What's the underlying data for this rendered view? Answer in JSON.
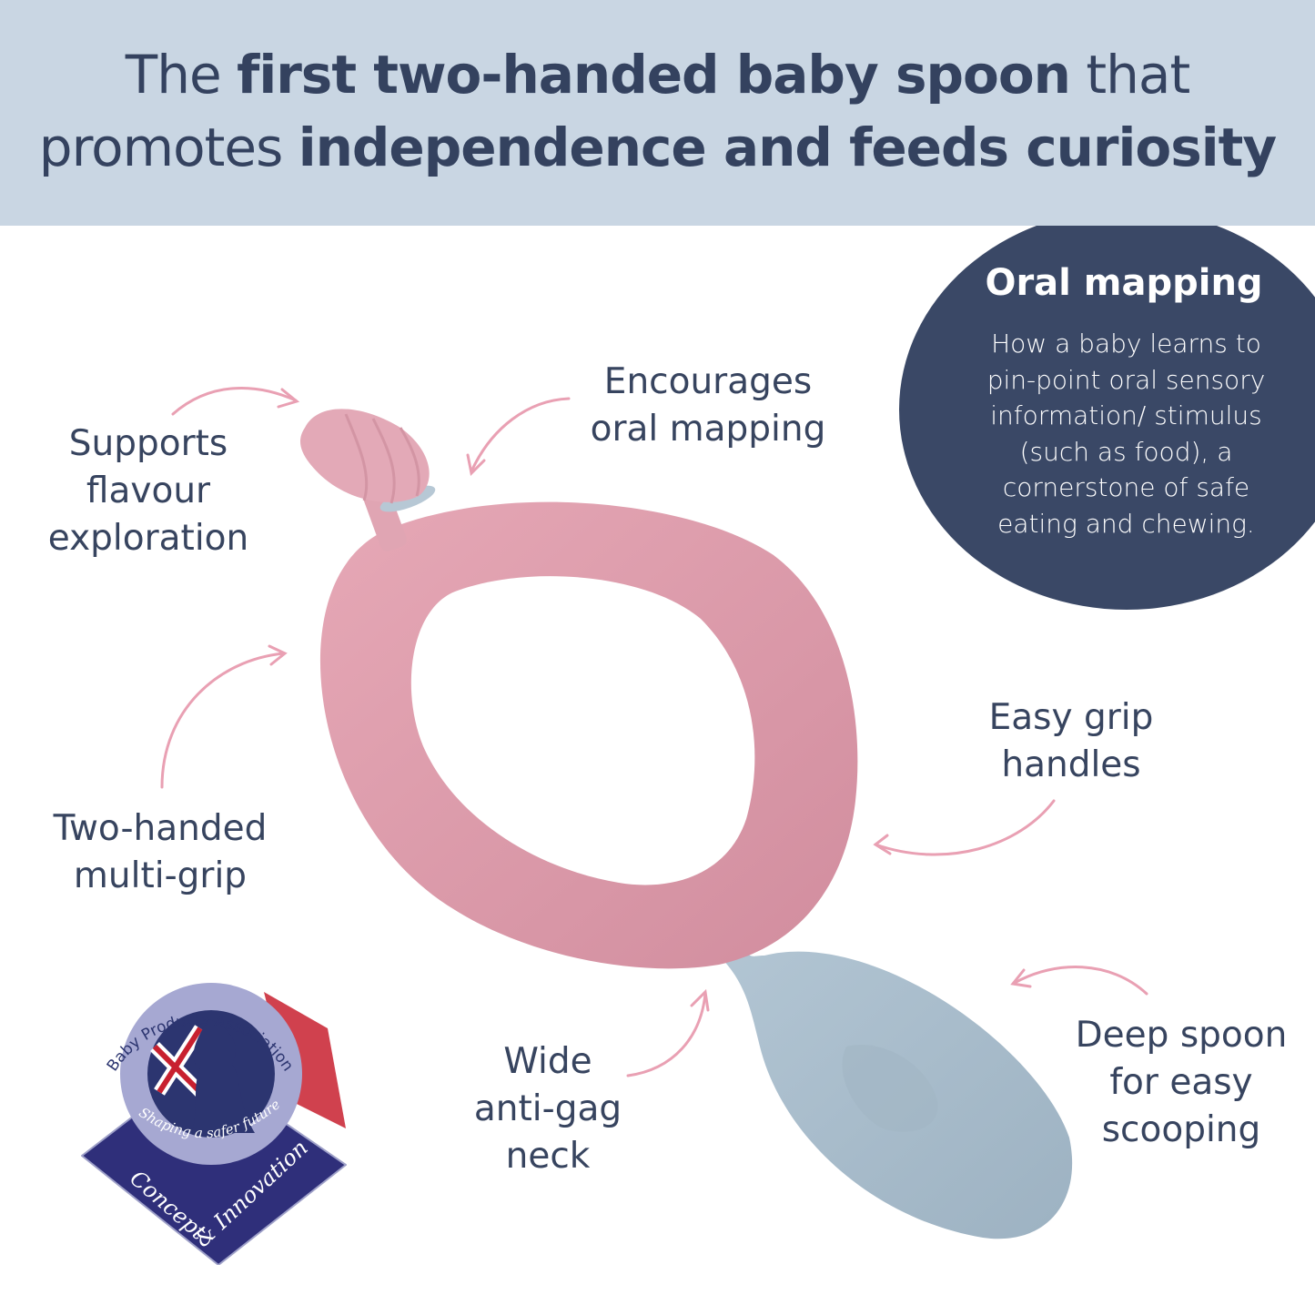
{
  "header": {
    "line1": [
      {
        "text": "The ",
        "bold": false
      },
      {
        "text": "first two-handed baby spoon",
        "bold": true
      },
      {
        "text": " that",
        "bold": false
      }
    ],
    "line2": [
      {
        "text": "promotes ",
        "bold": false
      },
      {
        "text": "independence and feeds curiosity",
        "bold": true
      }
    ]
  },
  "oral_mapping": {
    "title": "Oral mapping",
    "body": [
      "How a baby learns to",
      "pin-point oral sensory",
      "information/ stimulus",
      "(such as food), a",
      "cornerstone of safe",
      "eating and chewing."
    ]
  },
  "labels": {
    "flavour": [
      "Supports",
      "flavour",
      "exploration"
    ],
    "oral": [
      "Encourages",
      "oral mapping"
    ],
    "grip": [
      "Easy grip",
      "handles"
    ],
    "two_handed": [
      "Two-handed",
      "multi-grip"
    ],
    "neck": [
      "Wide",
      "anti-gag",
      "neck"
    ],
    "spoon": [
      "Deep spoon",
      "for easy",
      "scooping"
    ]
  },
  "badge": {
    "ring_text": "Baby Products Association",
    "tagline": "Shaping a safer future",
    "award": "Concept & Innovation"
  },
  "colors": {
    "header_bg": "#c9d6e3",
    "navy": "#3a4866",
    "pink": "#e9a0b3",
    "spoon_pink": "#dd98a8",
    "spoon_blue": "#aabdcc"
  }
}
